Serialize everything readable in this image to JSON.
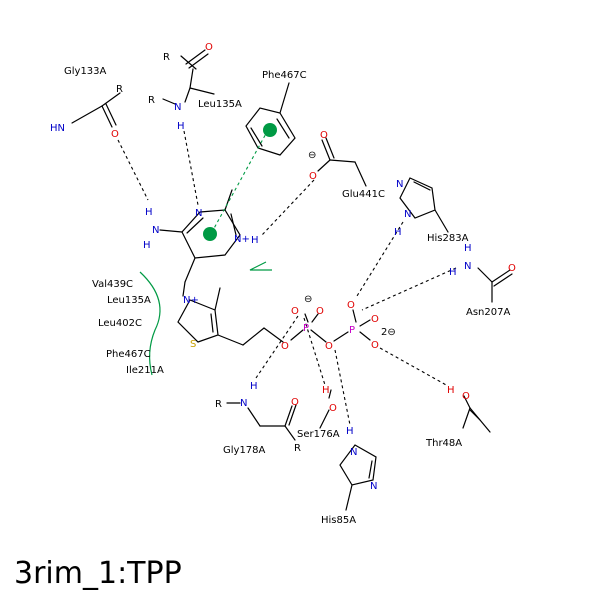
{
  "title": "3rim_1:TPP",
  "colors": {
    "bond": "#000000",
    "nitrogen": "#0000c8",
    "oxygen": "#e00000",
    "phosphorus": "#c800c8",
    "sulfur": "#c8a000",
    "hydrophobic": "#009a44",
    "pi_center": "#009a44"
  },
  "residues": {
    "gly133a": "Gly133A",
    "leu135a": "Leu135A",
    "phe467c": "Phe467C",
    "glu441c": "Glu441C",
    "his283a": "His283A",
    "asn207a": "Asn207A",
    "thr48a": "Thr48A",
    "ser176a": "Ser176A",
    "gly178a": "Gly178A",
    "his85a": "His85A"
  },
  "hydrophobic_contacts": [
    "Val439C",
    "Leu135A",
    "Leu402C",
    "Phe467C",
    "Ile211A"
  ],
  "atoms": {
    "R": "R",
    "N": "N",
    "H": "H",
    "O": "O",
    "HN": "HN",
    "N_plus": "N+",
    "S": "S",
    "P": "P",
    "minus": "⊖",
    "dianion": "2⊖"
  }
}
